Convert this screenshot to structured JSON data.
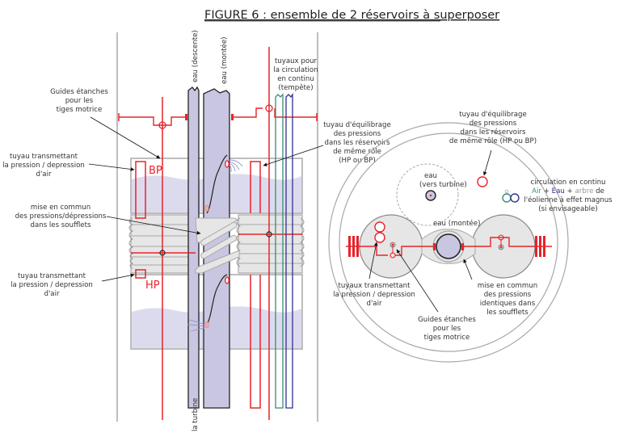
{
  "title": "FIGURE 6 : ensemble de 2 réservoirs à superposer",
  "colors": {
    "red": "#e8232a",
    "water": "#c8c6e0",
    "water_light": "#dcdbee",
    "grey_line": "#a8a8a8",
    "grey_fill": "#e6e6e6",
    "green": "#3b8a77",
    "blue": "#2e3192",
    "text": "#333333"
  },
  "left_view": {
    "labels": {
      "guides": [
        "Guides étanches",
        "pour les",
        "tiges motrice"
      ],
      "tuyau_top": [
        "tuyau transmettant",
        "la pression / depression",
        "d'air"
      ],
      "mise_en_commun": [
        "mise en commun",
        "des pressions/dépressions",
        "dans les soufflets"
      ],
      "tuyau_bottom": [
        "tuyau transmettant",
        "la pression / depression",
        "d'air"
      ],
      "bp": "BP",
      "hp": "HP",
      "eau_descente": "eau (descente)",
      "eau_montee": "eau (montée)",
      "la_turbine": "la turbine",
      "tuyaux_circulation": [
        "tuyaux pour",
        "la circulation",
        "en continu",
        "(tempête)"
      ],
      "tuyau_equilibrage": [
        "tuyau d'équilibrage",
        "des pressions",
        "dans les réservoirs",
        "de même rôle",
        "(HP ou BP)"
      ]
    }
  },
  "right_view": {
    "labels": {
      "tuyau_equilibrage": [
        "tuyau d'équilibrage",
        "des pressions",
        "dans les réservoirs",
        "de même rôle (HP ou BP)"
      ],
      "eau_turbine": [
        "eau",
        "(vers turbine)"
      ],
      "eau_montee": "eau (montée)",
      "circulation": {
        "line1": "circulation en continu",
        "air": "Air",
        "plus1": " + ",
        "eau": "Eau",
        "plus2": " + ",
        "arbre": "arbre",
        "de": " de",
        "line3": "l'éolienne à effet magnus",
        "line4": "(si envisageable)"
      },
      "tuyaux_transmettant": [
        "tuyaux transmettant",
        "la pression / depression",
        "d'air"
      ],
      "guides": [
        "Guides étanches",
        "pour les",
        "tiges motrice"
      ],
      "mise_en_commun": [
        "mise en commun",
        "des pressions",
        "identiques dans",
        "les soufflets"
      ]
    }
  }
}
